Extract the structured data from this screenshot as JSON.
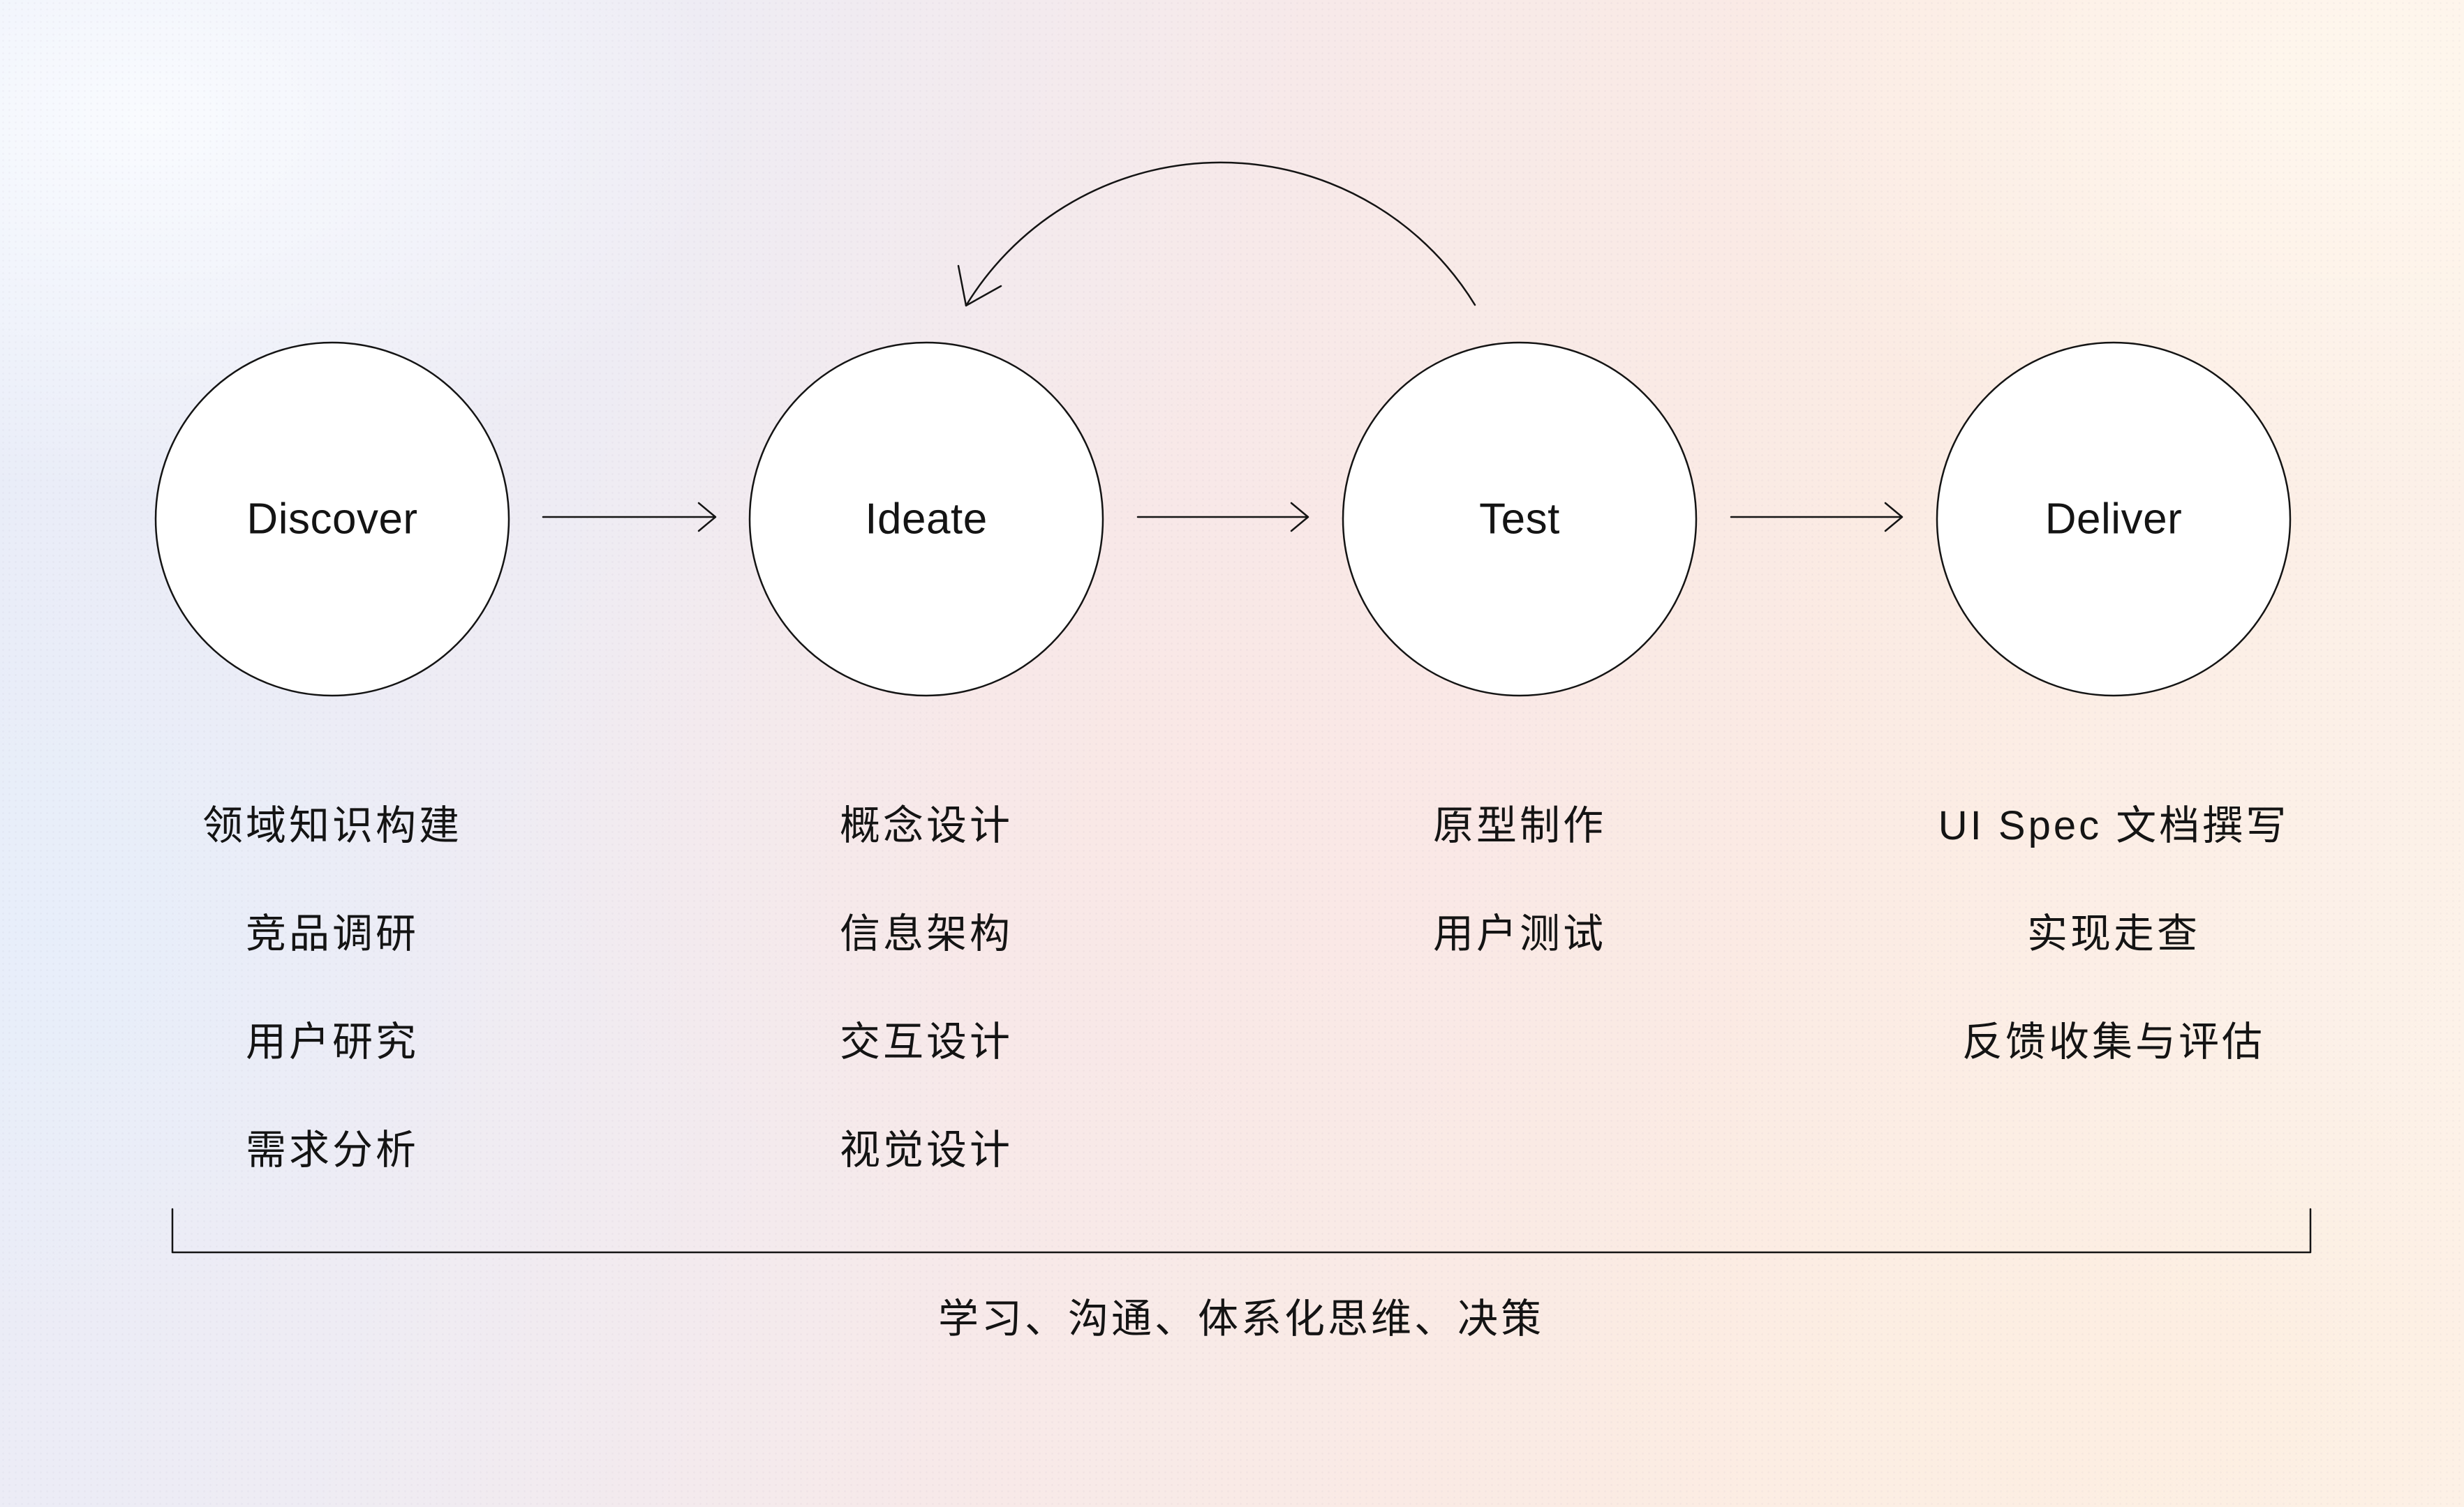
{
  "diagram_type": "design-process-flow",
  "colors": {
    "stroke": "#141414",
    "circle_fill": "#ffffff",
    "bg_left_blue": "#e8edf9",
    "bg_center_pink": "#f7e9e9",
    "bg_right_peach": "#fdf3ea"
  },
  "phases": [
    {
      "label": "Discover",
      "items": [
        "领域知识构建",
        "竞品调研",
        "用户研究",
        "需求分析"
      ]
    },
    {
      "label": "Ideate",
      "items": [
        "概念设计",
        "信息架构",
        "交互设计",
        "视觉设计"
      ]
    },
    {
      "label": "Test",
      "items": [
        "原型制作",
        "用户测试"
      ]
    },
    {
      "label": "Deliver",
      "items": [
        "UI Spec 文档撰写",
        "实现走查",
        "反馈收集与评估"
      ]
    }
  ],
  "loop_arrow": {
    "from": "Test",
    "to": "Ideate"
  },
  "bottom_label": "学习、沟通、体系化思维、决策"
}
